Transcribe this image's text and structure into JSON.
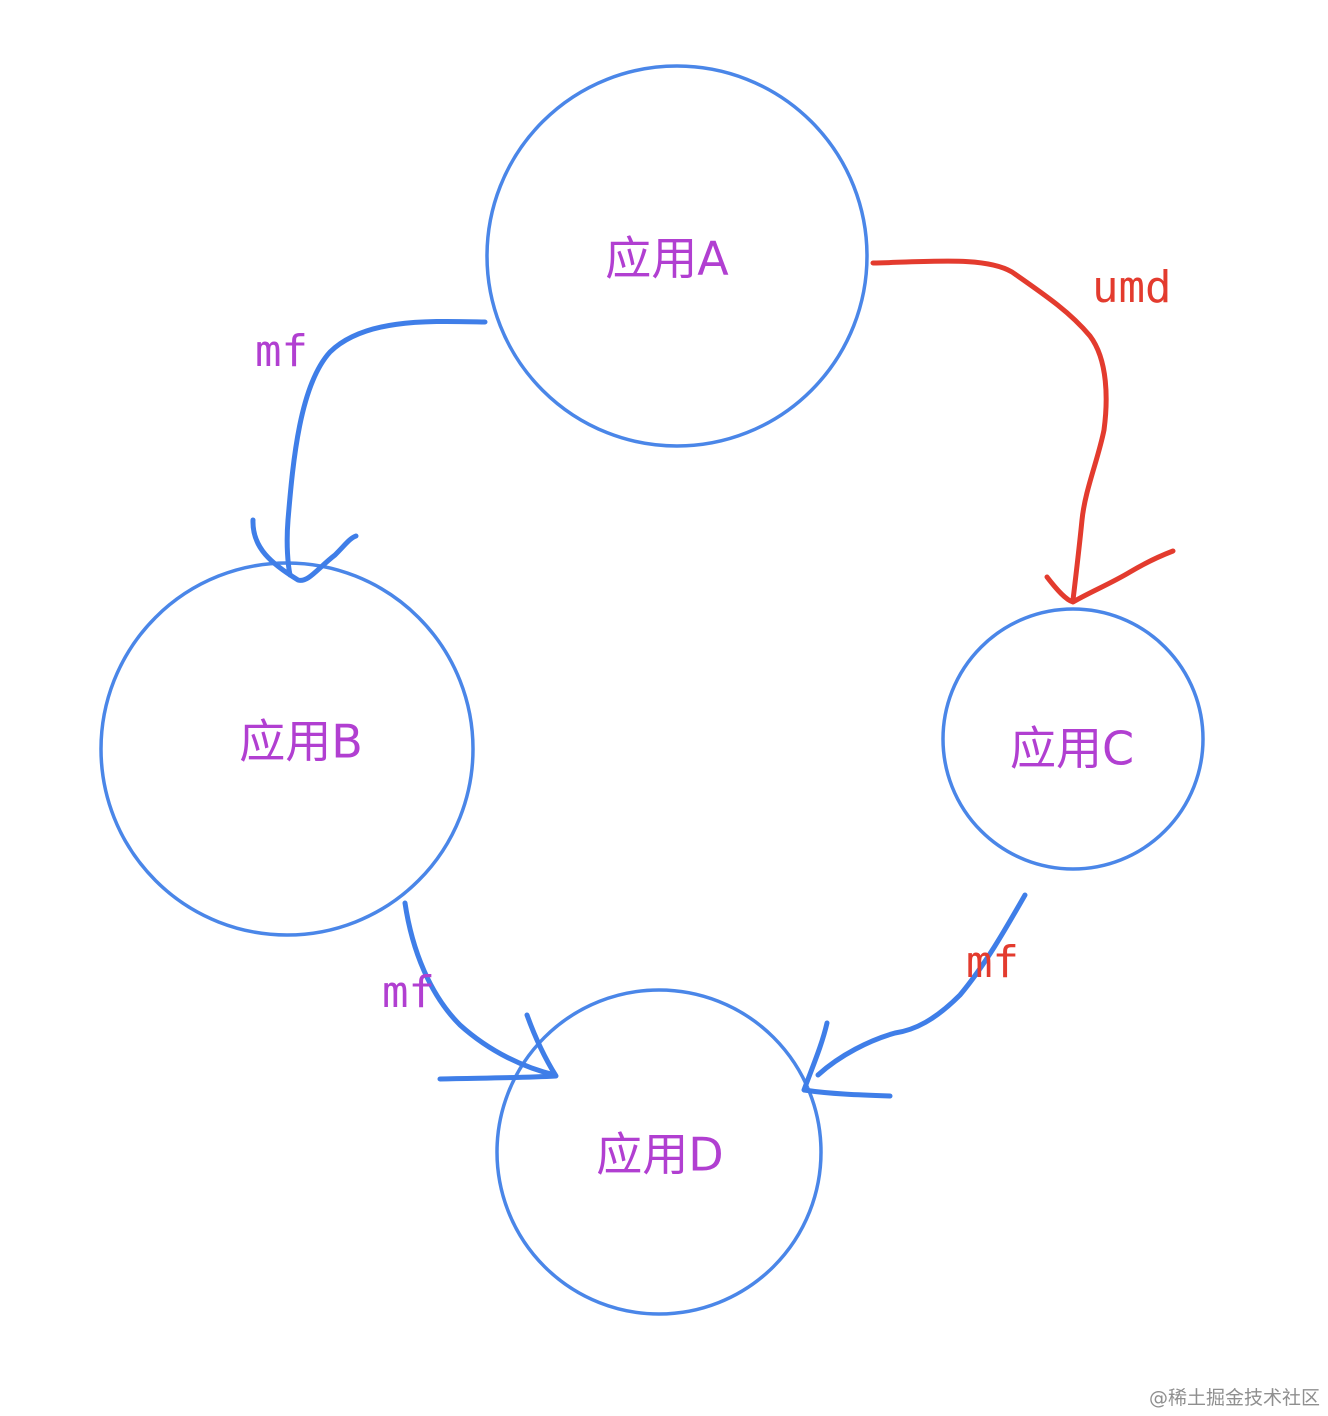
{
  "colors": {
    "circle": "#4a86e8",
    "node_text": "#b13fd1",
    "mf_arrow": "#3f7ee8",
    "umd_arrow": "#e33b2e",
    "mf_label": "#b13fd1",
    "mf_label_cd": "#e33b2e",
    "umd_label": "#e33b2e",
    "watermark": "#8f8f8f"
  },
  "nodes": {
    "a": {
      "label": "应用A"
    },
    "b": {
      "label": "应用B"
    },
    "c": {
      "label": "应用C"
    },
    "d": {
      "label": "应用D"
    }
  },
  "edges": {
    "a_b": {
      "from": "应用A",
      "to": "应用B",
      "label": "mf"
    },
    "a_c": {
      "from": "应用A",
      "to": "应用C",
      "label": "umd"
    },
    "b_d": {
      "from": "应用B",
      "to": "应用D",
      "label": "mf"
    },
    "c_d": {
      "from": "应用C",
      "to": "应用D",
      "label": "mf"
    }
  },
  "watermark": "@稀土掘金技术社区"
}
